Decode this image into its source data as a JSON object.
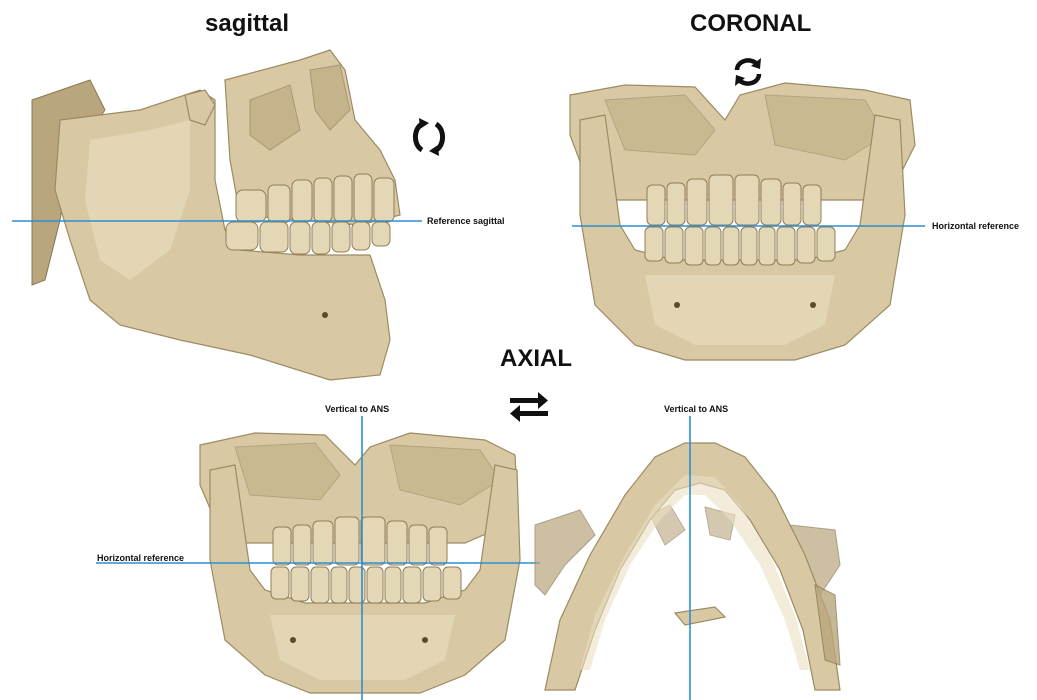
{
  "titles": {
    "sagittal": "sagittal",
    "coronal": "CORONAL",
    "axial": "AXIAL"
  },
  "labels": {
    "reference_sagittal": "Reference sagittal",
    "horizontal_reference_coronal": "Horizontal reference",
    "vertical_to_ans_left": "Vertical to ANS",
    "horizontal_reference_axial": "Horizontal reference",
    "vertical_to_ans_right": "Vertical to ANS"
  },
  "icons": {
    "sagittal_rotation": "rotate-arrows-icon",
    "coronal_rotation": "refresh-arrows-icon",
    "axial_swap": "swap-arrows-icon"
  },
  "colors": {
    "reference_line": "#2b8fd0",
    "bone": "#d8c9a4"
  }
}
